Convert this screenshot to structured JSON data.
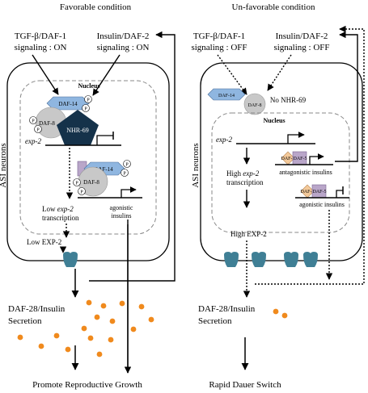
{
  "colors": {
    "daf14": "#8fb6e0",
    "daf8": "#c8c8c8",
    "nhr69": "#15324a",
    "daf3": "#f3c99a",
    "daf5": "#b9a6c9",
    "channel": "#3f7f95",
    "insulin_dot": "#f08a1d"
  },
  "favorable": {
    "title": "Favorable condition",
    "tgf_line1": "TGF-β/DAF-1",
    "tgf_line2": "signaling : ON",
    "ins_line1": "Insulin/DAF-2",
    "ins_line2": "signaling : ON",
    "cell_label": "ASI neurons",
    "nucleus": "Nucleus",
    "daf14": "DAF-14",
    "daf8": "DAF-8",
    "nhr69": "NHR-69",
    "p": "P",
    "exp2": "exp-2",
    "low_exp2_a": "Low ",
    "low_exp2_b": "exp-2",
    "transcription": "transcription",
    "agonistic1": "agonistic",
    "agonistic2": "insulins",
    "low_protein": "Low EXP-2",
    "secretion1": "DAF-28/Insulin",
    "secretion2": "Secretion",
    "outcome": "Promote Reproductive Growth"
  },
  "unfavorable": {
    "title": "Un-favorable condition",
    "tgf_line1": "TGF-β/DAF-1",
    "tgf_line2": "signaling : OFF",
    "ins_line1": "Insulin/DAF-2",
    "ins_line2": "signaling : OFF",
    "cell_label": "ASI neurons",
    "nucleus": "Nucleus",
    "daf14": "DAF-14",
    "daf8": "DAF-8",
    "no_nhr69": "No NHR-69",
    "exp2": "exp-2",
    "high_a": "High ",
    "high_b": "exp-2",
    "transcription": "transcription",
    "daf3": "DAF-3",
    "daf5": "DAF-5",
    "antagonistic": "antagonistic insulins",
    "agonistic": "agonistic insulins",
    "high_protein": "High EXP-2",
    "secretion1": "DAF-28/Insulin",
    "secretion2": "Secretion",
    "outcome": "Rapid Dauer Switch"
  }
}
